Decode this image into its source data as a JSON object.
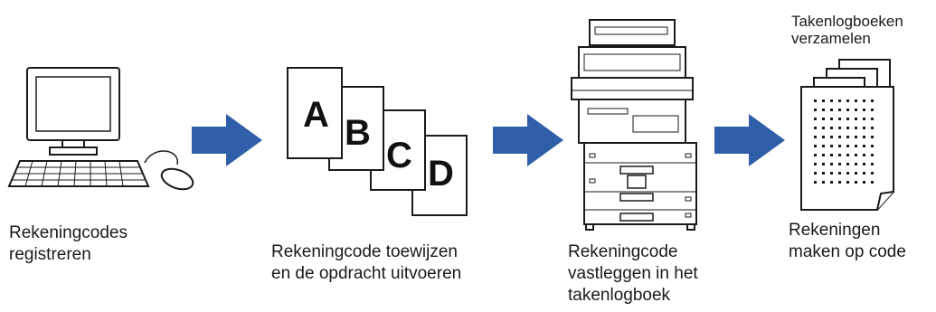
{
  "steps": [
    {
      "lines": [
        "Rekeningcodes",
        "registreren"
      ],
      "icon": "computer-icon"
    },
    {
      "lines": [
        "Rekeningcode toewijzen",
        "en de opdracht uitvoeren"
      ],
      "icon": "documents-icon"
    },
    {
      "lines": [
        "Rekeningcode",
        "vastleggen in het",
        "takenlogboek"
      ],
      "icon": "printer-icon"
    },
    {
      "lines": [
        "Rekeningen",
        "maken op code"
      ],
      "icon": "report-pages-icon"
    }
  ],
  "collect_label": [
    "Takenlogboeken",
    "verzamelen"
  ],
  "doc_letters": [
    "A",
    "B",
    "C",
    "D"
  ],
  "colors": {
    "arrow": "#2f5fa8",
    "line": "#1a1a1a",
    "paper": "#ffffff"
  }
}
